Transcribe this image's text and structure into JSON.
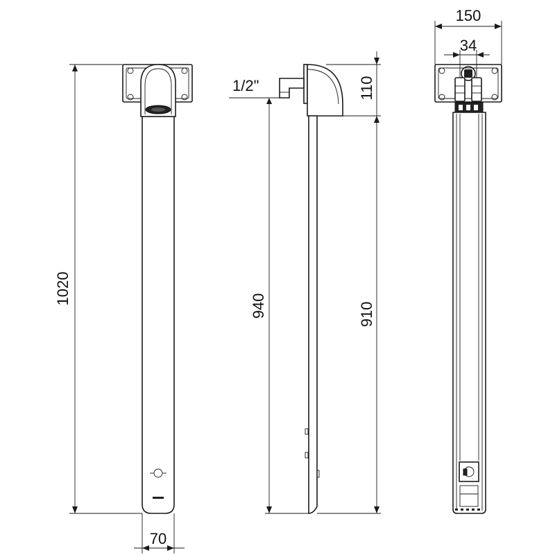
{
  "dimensions": {
    "front_total_height": "1020",
    "front_width": "70",
    "side_thread": "1/2\"",
    "side_height": "940",
    "side_head_height": "110",
    "side_column_height": "910",
    "back_plate_width": "150",
    "back_inlet_spacing": "34"
  },
  "colors": {
    "line": "#1a1a1a",
    "background": "#ffffff"
  },
  "icons": {
    "sensor_window": "sensor-window-icon",
    "valve": "valve-icon",
    "mounting_hole": "mounting-hole-icon"
  }
}
